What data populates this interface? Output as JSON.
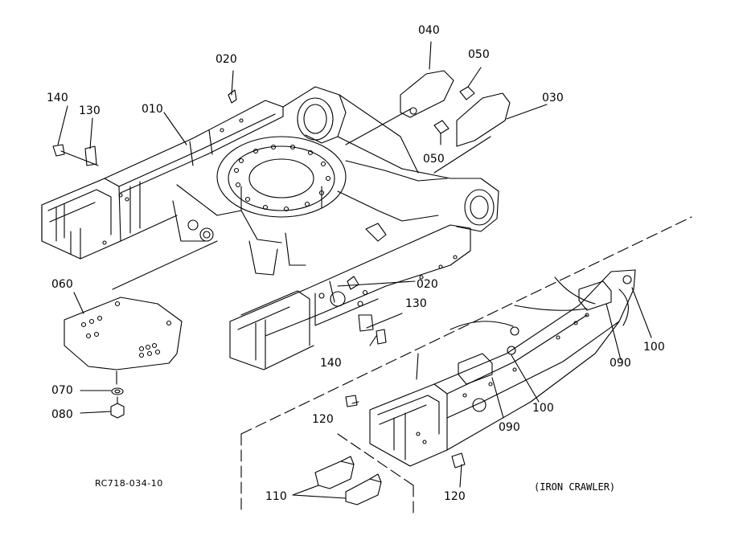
{
  "diagram": {
    "ref_code": "RC718-034-10",
    "variant_note": "(IRON CRAWLER)"
  },
  "labels": {
    "l010": "010",
    "l020_top": "020",
    "l020_mid": "020",
    "l030": "030",
    "l040": "040",
    "l050_top": "050",
    "l050_bottom": "050",
    "l060": "060",
    "l070": "070",
    "l080": "080",
    "l090_upper": "090",
    "l090_lower": "090",
    "l100_right": "100",
    "l100_mid": "100",
    "l110": "110",
    "l120_upper": "120",
    "l120_lower": "120",
    "l130_left": "130",
    "l130_mid": "130",
    "l140_left": "140",
    "l140_mid": "140"
  },
  "colors": {
    "line": "#000000",
    "background": "#ffffff"
  }
}
